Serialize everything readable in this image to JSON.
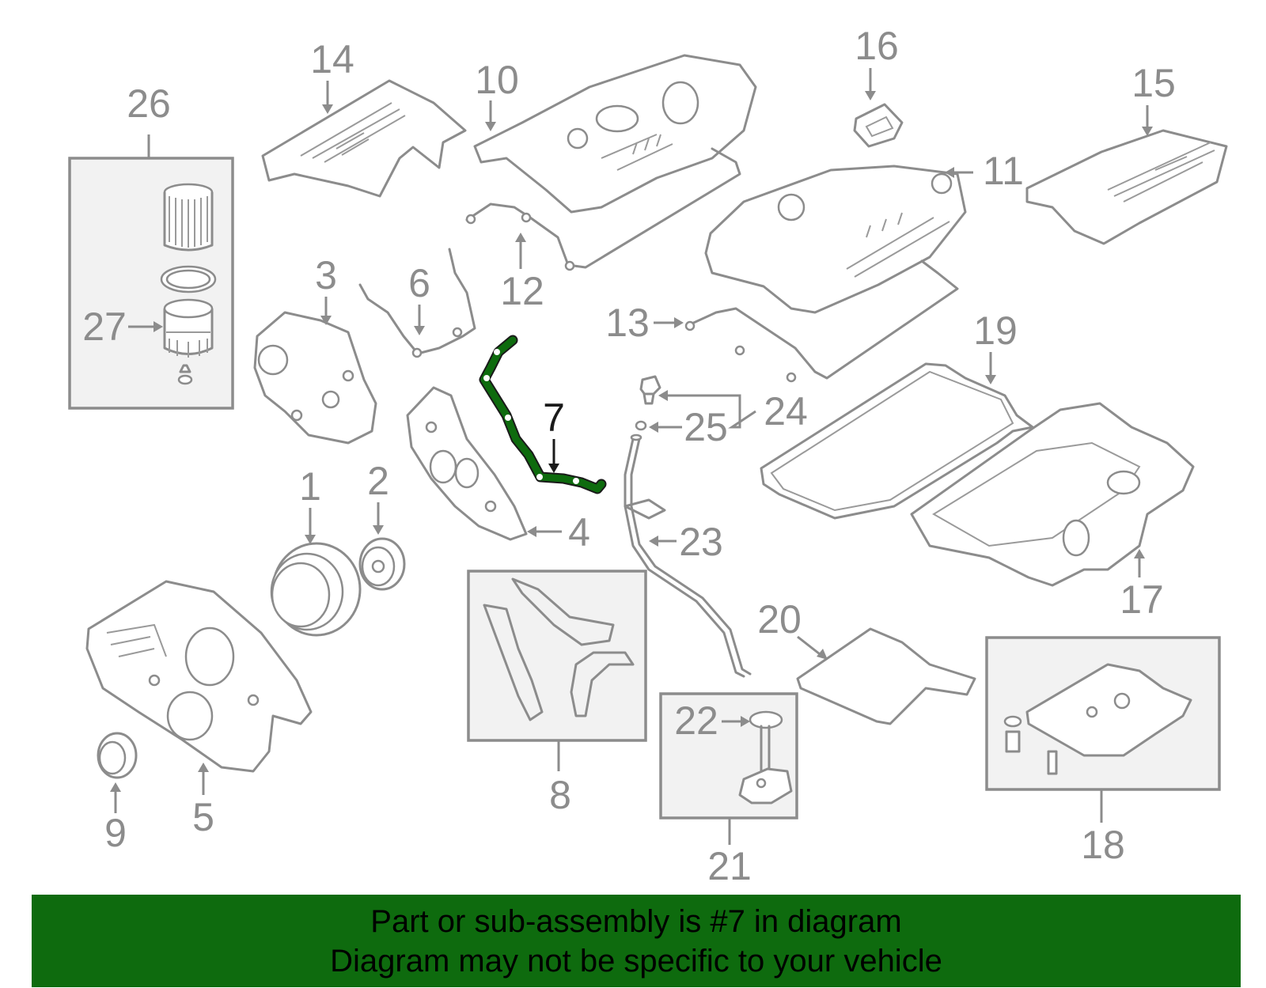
{
  "diagram": {
    "highlighted_part": "7",
    "callouts": [
      "1",
      "2",
      "3",
      "4",
      "5",
      "6",
      "7",
      "8",
      "9",
      "10",
      "11",
      "12",
      "13",
      "14",
      "15",
      "16",
      "17",
      "18",
      "19",
      "20",
      "21",
      "22",
      "23",
      "24",
      "25",
      "26",
      "27"
    ],
    "highlight_color": "#0e6b0e"
  },
  "banner": {
    "line1": "Part or sub-assembly is #7 in diagram",
    "line2": "Diagram may not be specific to your vehicle",
    "background": "#0e6b0e"
  }
}
